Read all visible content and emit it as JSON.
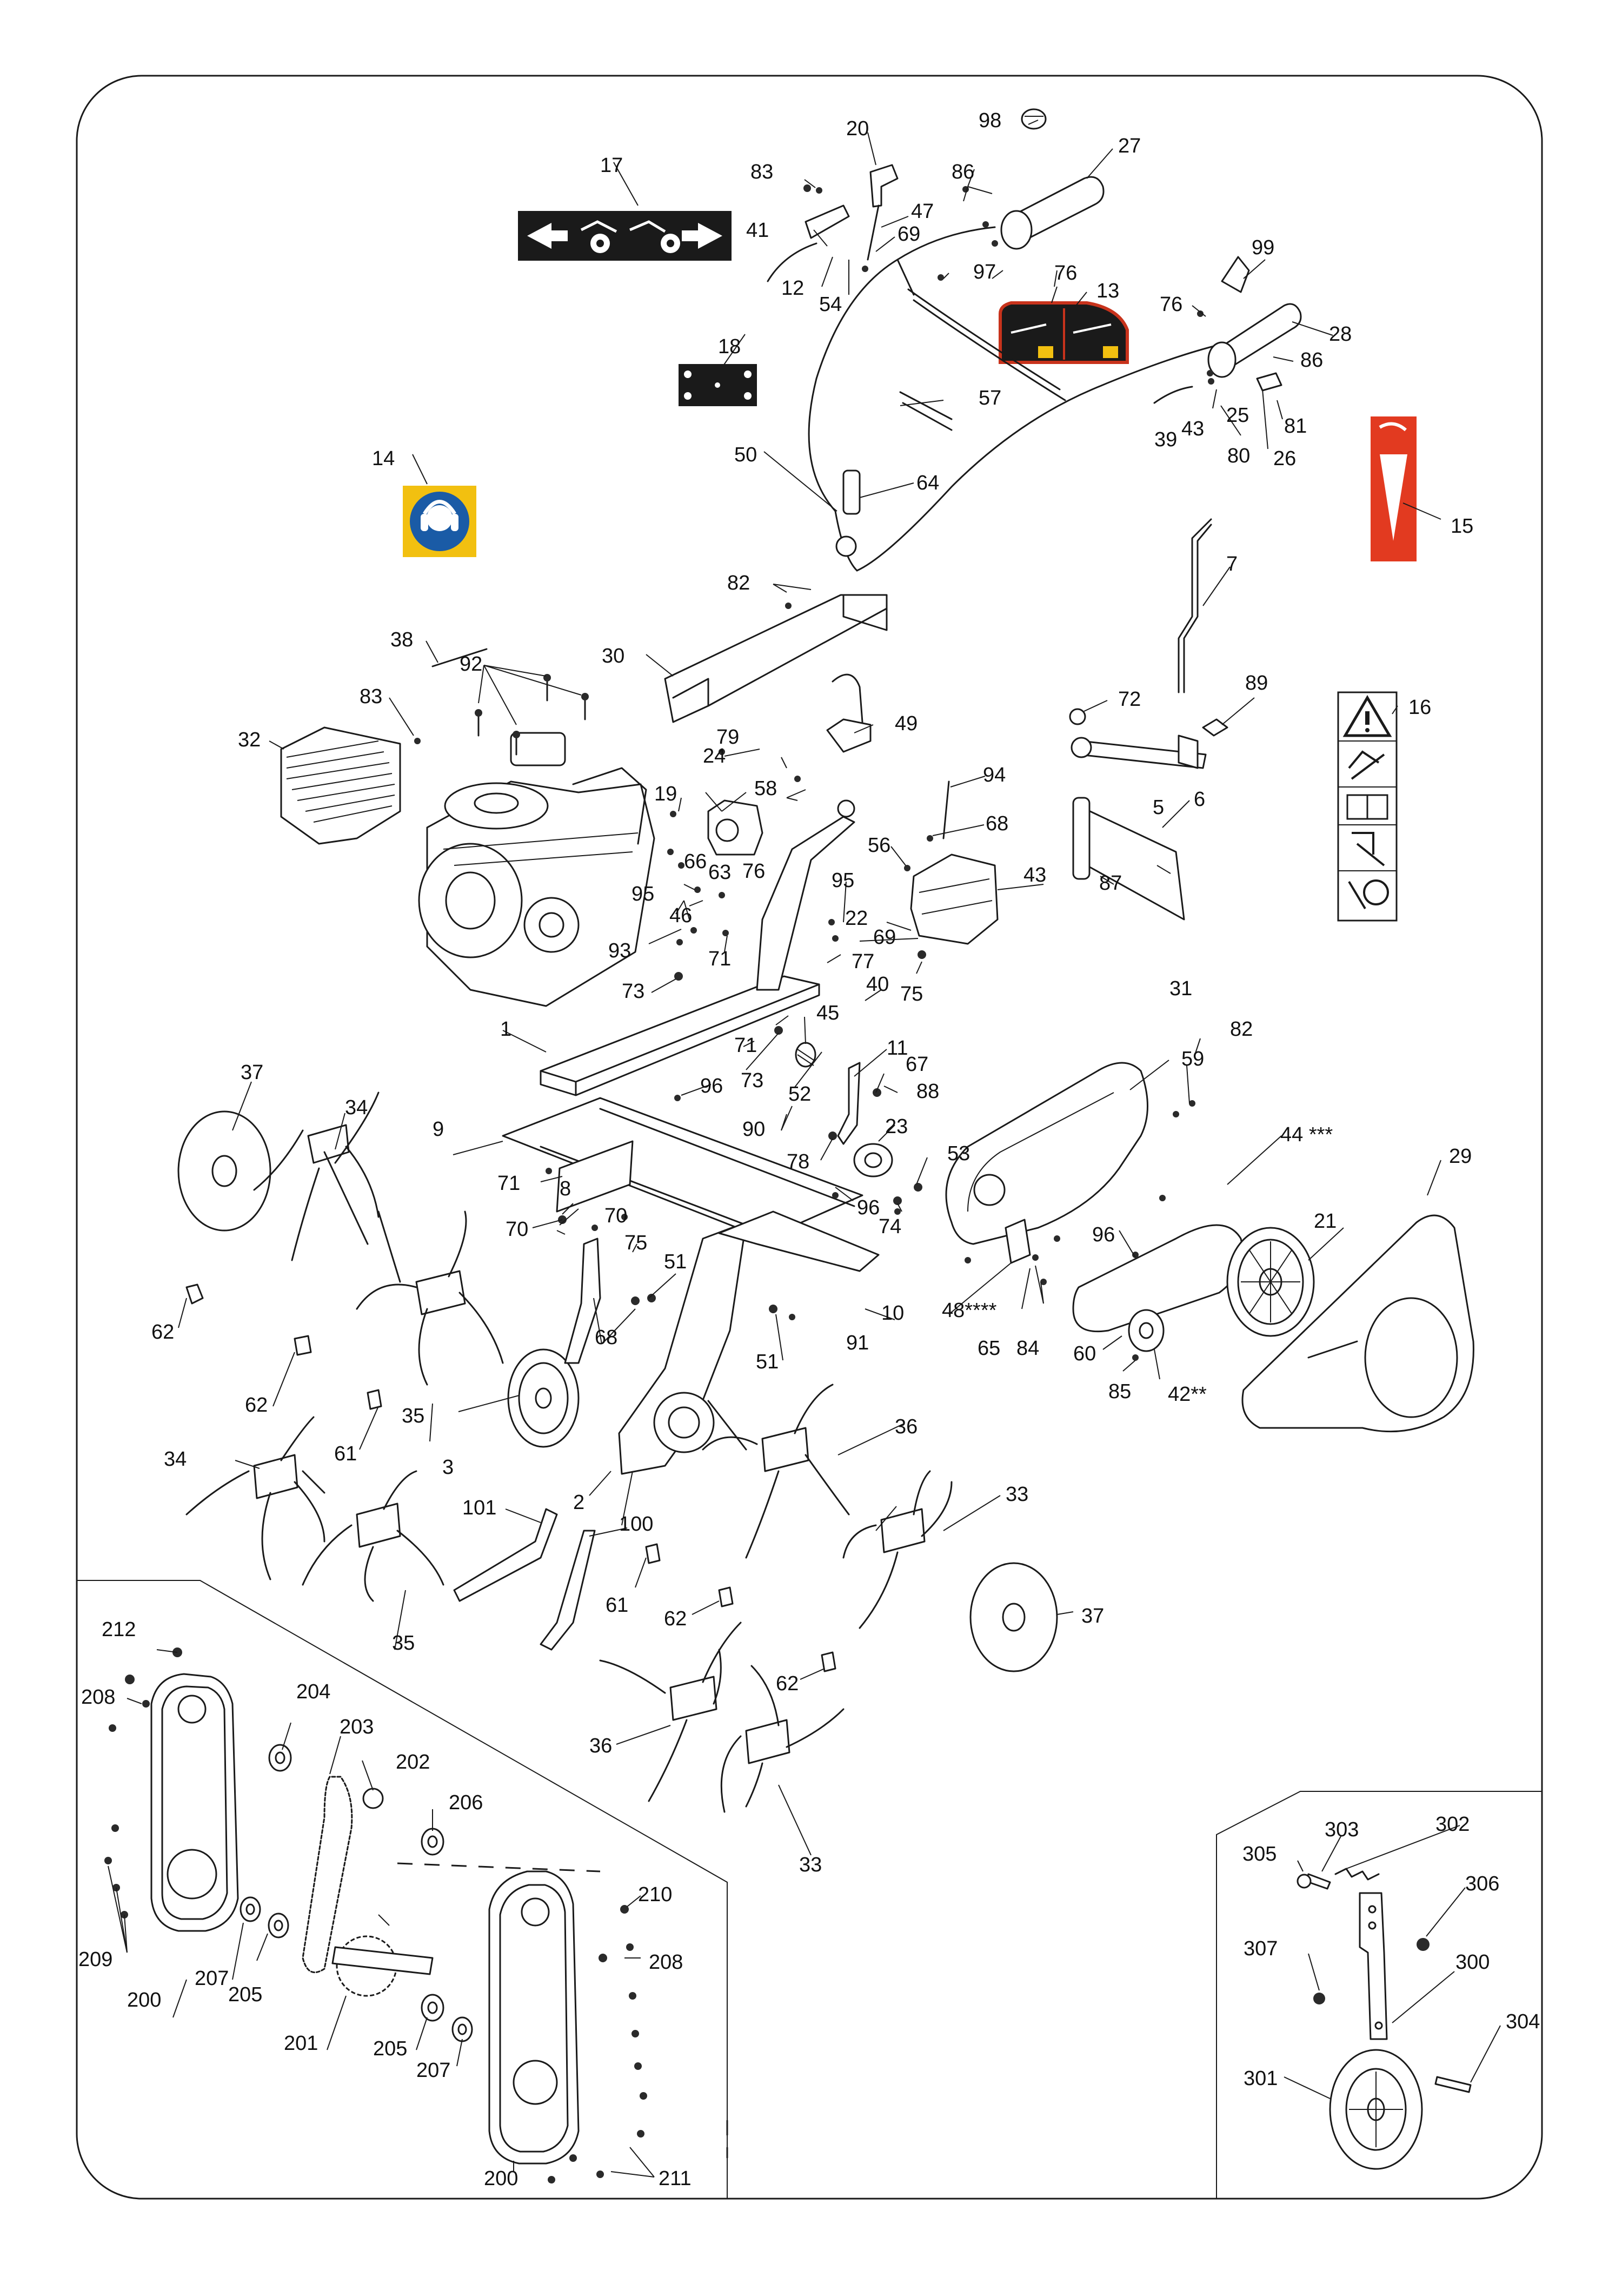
{
  "labels": [
    {
      "id": "1",
      "text": "1"
    },
    {
      "id": "2",
      "text": "2"
    },
    {
      "id": "3",
      "text": "3"
    },
    {
      "id": "5",
      "text": "5"
    },
    {
      "id": "6",
      "text": "6"
    },
    {
      "id": "7",
      "text": "7"
    },
    {
      "id": "8",
      "text": "8"
    },
    {
      "id": "9",
      "text": "9"
    },
    {
      "id": "10",
      "text": "10"
    },
    {
      "id": "11",
      "text": "11"
    },
    {
      "id": "12",
      "text": "12"
    },
    {
      "id": "13",
      "text": "13"
    },
    {
      "id": "14",
      "text": "14"
    },
    {
      "id": "15",
      "text": "15"
    },
    {
      "id": "16",
      "text": "16"
    },
    {
      "id": "17",
      "text": "17"
    },
    {
      "id": "18",
      "text": "18"
    },
    {
      "id": "19",
      "text": "19"
    },
    {
      "id": "20",
      "text": "20"
    },
    {
      "id": "21",
      "text": "21"
    },
    {
      "id": "22",
      "text": "22"
    },
    {
      "id": "23",
      "text": "23"
    },
    {
      "id": "24",
      "text": "24"
    },
    {
      "id": "25",
      "text": "25"
    },
    {
      "id": "26",
      "text": "26"
    },
    {
      "id": "27",
      "text": "27"
    },
    {
      "id": "28",
      "text": "28"
    },
    {
      "id": "29",
      "text": "29"
    },
    {
      "id": "30",
      "text": "30"
    },
    {
      "id": "31",
      "text": "31"
    },
    {
      "id": "32",
      "text": "32"
    },
    {
      "id": "33a",
      "text": "33"
    },
    {
      "id": "33b",
      "text": "33"
    },
    {
      "id": "34a",
      "text": "34"
    },
    {
      "id": "34b",
      "text": "34"
    },
    {
      "id": "35a",
      "text": "35"
    },
    {
      "id": "35b",
      "text": "35"
    },
    {
      "id": "36a",
      "text": "36"
    },
    {
      "id": "36b",
      "text": "36"
    },
    {
      "id": "37a",
      "text": "37"
    },
    {
      "id": "37b",
      "text": "37"
    },
    {
      "id": "38",
      "text": "38"
    },
    {
      "id": "39",
      "text": "39"
    },
    {
      "id": "39s",
      "text": "*"
    },
    {
      "id": "40",
      "text": "40"
    },
    {
      "id": "41",
      "text": "41"
    },
    {
      "id": "42",
      "text": "42**"
    },
    {
      "id": "43",
      "text": "43"
    },
    {
      "id": "44",
      "text": "44 ***"
    },
    {
      "id": "45",
      "text": "45"
    },
    {
      "id": "46",
      "text": "46"
    },
    {
      "id": "47",
      "text": "47"
    },
    {
      "id": "48",
      "text": "48****"
    },
    {
      "id": "49",
      "text": "49"
    },
    {
      "id": "50",
      "text": "50"
    },
    {
      "id": "51a",
      "text": "51"
    },
    {
      "id": "51b",
      "text": "51"
    },
    {
      "id": "52",
      "text": "52"
    },
    {
      "id": "53",
      "text": "53"
    },
    {
      "id": "54",
      "text": "54"
    },
    {
      "id": "56",
      "text": "56"
    },
    {
      "id": "57",
      "text": "57"
    },
    {
      "id": "58",
      "text": "58"
    },
    {
      "id": "59",
      "text": "59"
    },
    {
      "id": "60",
      "text": "60"
    },
    {
      "id": "61a",
      "text": "61"
    },
    {
      "id": "61b",
      "text": "61"
    },
    {
      "id": "62a",
      "text": "62"
    },
    {
      "id": "62b",
      "text": "62"
    },
    {
      "id": "62c",
      "text": "62"
    },
    {
      "id": "62d",
      "text": "62"
    },
    {
      "id": "63",
      "text": "63"
    },
    {
      "id": "64",
      "text": "64"
    },
    {
      "id": "65",
      "text": "65"
    },
    {
      "id": "66",
      "text": "66"
    },
    {
      "id": "67",
      "text": "67"
    },
    {
      "id": "68a",
      "text": "68"
    },
    {
      "id": "68b",
      "text": "68"
    },
    {
      "id": "69a",
      "text": "69"
    },
    {
      "id": "69b",
      "text": "69"
    },
    {
      "id": "70a",
      "text": "70"
    },
    {
      "id": "70b",
      "text": "70"
    },
    {
      "id": "71a",
      "text": "71"
    },
    {
      "id": "71b",
      "text": "71"
    },
    {
      "id": "71c",
      "text": "71"
    },
    {
      "id": "72",
      "text": "72"
    },
    {
      "id": "73a",
      "text": "73"
    },
    {
      "id": "73b",
      "text": "73"
    },
    {
      "id": "74",
      "text": "74"
    },
    {
      "id": "75a",
      "text": "75"
    },
    {
      "id": "75b",
      "text": "75"
    },
    {
      "id": "76a",
      "text": "76"
    },
    {
      "id": "76b",
      "text": "76"
    },
    {
      "id": "76c",
      "text": "76"
    },
    {
      "id": "76d",
      "text": "76"
    },
    {
      "id": "77",
      "text": "77"
    },
    {
      "id": "78",
      "text": "78"
    },
    {
      "id": "79",
      "text": "79"
    },
    {
      "id": "80",
      "text": "80"
    },
    {
      "id": "81",
      "text": "81"
    },
    {
      "id": "82a",
      "text": "82"
    },
    {
      "id": "82b",
      "text": "82"
    },
    {
      "id": "83",
      "text": "83"
    },
    {
      "id": "84",
      "text": "84"
    },
    {
      "id": "85",
      "text": "85"
    },
    {
      "id": "86a",
      "text": "86"
    },
    {
      "id": "86b",
      "text": "86"
    },
    {
      "id": "87",
      "text": "87"
    },
    {
      "id": "88",
      "text": "88"
    },
    {
      "id": "89",
      "text": "89"
    },
    {
      "id": "90",
      "text": "90"
    },
    {
      "id": "91",
      "text": "91"
    },
    {
      "id": "92",
      "text": "92"
    },
    {
      "id": "93",
      "text": "93"
    },
    {
      "id": "94",
      "text": "94"
    },
    {
      "id": "95a",
      "text": "95"
    },
    {
      "id": "95b",
      "text": "95"
    },
    {
      "id": "96a",
      "text": "96"
    },
    {
      "id": "96b",
      "text": "96"
    },
    {
      "id": "96c",
      "text": "96"
    },
    {
      "id": "97",
      "text": "97"
    },
    {
      "id": "98",
      "text": "98"
    },
    {
      "id": "99",
      "text": "99"
    },
    {
      "id": "100",
      "text": "100"
    },
    {
      "id": "101",
      "text": "101"
    },
    {
      "id": "200a",
      "text": "200"
    },
    {
      "id": "200b",
      "text": "200"
    },
    {
      "id": "201",
      "text": "201"
    },
    {
      "id": "202",
      "text": "202"
    },
    {
      "id": "203",
      "text": "203"
    },
    {
      "id": "204",
      "text": "204"
    },
    {
      "id": "205a",
      "text": "205"
    },
    {
      "id": "205b",
      "text": "205"
    },
    {
      "id": "206",
      "text": "206"
    },
    {
      "id": "207a",
      "text": "207"
    },
    {
      "id": "207b",
      "text": "207"
    },
    {
      "id": "208a",
      "text": "208"
    },
    {
      "id": "208b",
      "text": "208"
    },
    {
      "id": "209",
      "text": "209"
    },
    {
      "id": "210",
      "text": "210"
    },
    {
      "id": "211",
      "text": "211"
    },
    {
      "id": "212",
      "text": "212"
    },
    {
      "id": "300",
      "text": "300"
    },
    {
      "id": "301",
      "text": "301"
    },
    {
      "id": "302",
      "text": "302"
    },
    {
      "id": "303",
      "text": "303"
    },
    {
      "id": "304",
      "text": "304"
    },
    {
      "id": "305",
      "text": "305"
    },
    {
      "id": "306",
      "text": "306"
    },
    {
      "id": "307",
      "text": "307"
    }
  ],
  "colors": {
    "sticker_dark": "#1a1a1a",
    "sticker_red": "#c8331c",
    "hearing_blue": "#1a5ba6",
    "hearing_yellow": "#f2c010",
    "warning_red": "#e23a20"
  }
}
